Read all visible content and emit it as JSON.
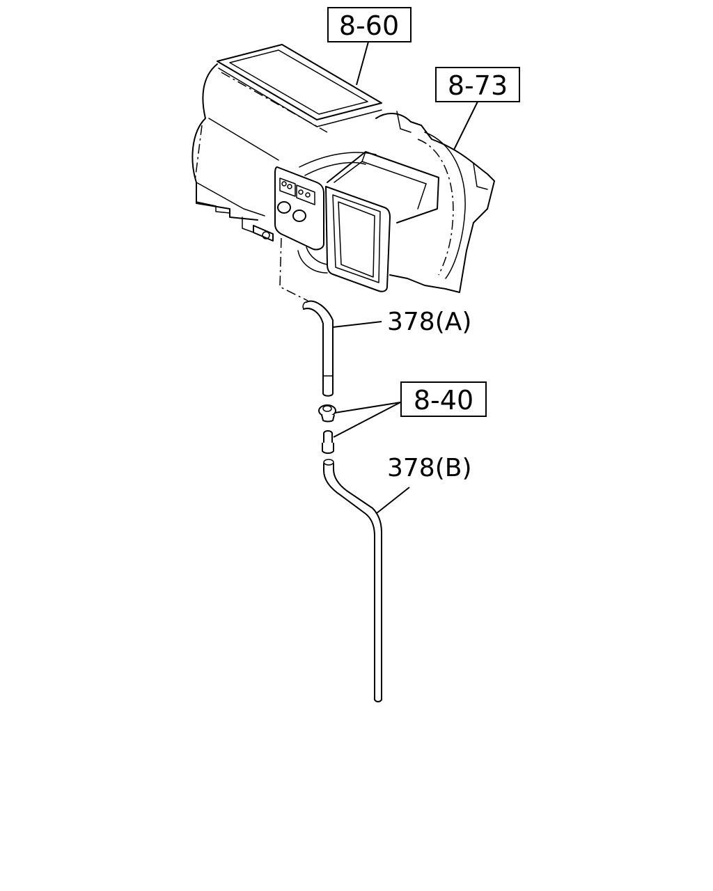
{
  "callouts": {
    "ref_8_60": "8-60",
    "ref_8_73": "8-73",
    "ref_8_40": "8-40",
    "part_378_a": "378(A)",
    "part_378_b": "378(B)"
  }
}
